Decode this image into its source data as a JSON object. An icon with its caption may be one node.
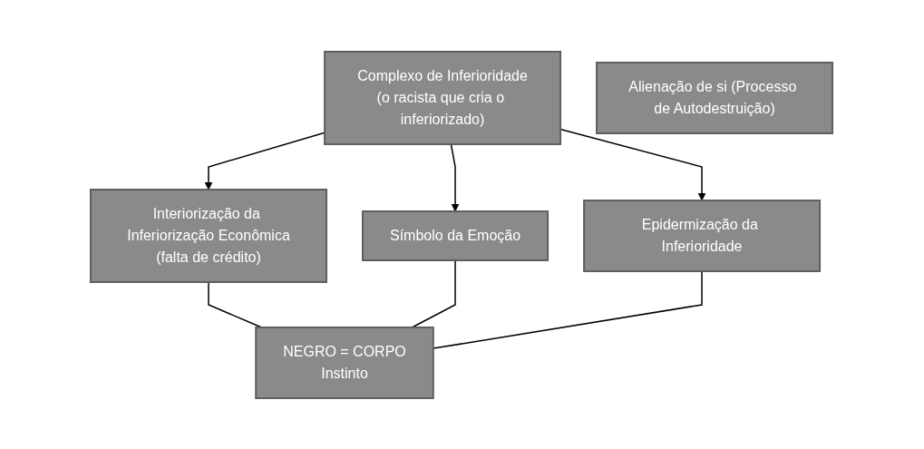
{
  "diagram": {
    "nodes": [
      {
        "text": [
          "Complexo de Inferioridade",
          "(o racista que cria o inferiorizado)"
        ]
      },
      {
        "text": [
          "Interiorização da Inferiorização Econômica",
          "(falta de crédito)"
        ]
      },
      {
        "text": [
          "Símbolo da Emoção"
        ]
      },
      {
        "text": [
          "Epidermização da Inferioridade"
        ]
      },
      {
        "text": [
          "NEGRO = CORPO",
          "Instinto"
        ]
      },
      {
        "text": [
          "Alienação de si (Processo de Autodestruição)"
        ]
      }
    ],
    "edges": [
      {
        "from": 0,
        "to": 1,
        "arrow": "to"
      },
      {
        "from": 0,
        "to": 2,
        "arrow": "to"
      },
      {
        "from": 0,
        "to": 3,
        "arrow": "to"
      },
      {
        "from": 1,
        "to": 4,
        "arrow": "none"
      },
      {
        "from": 2,
        "to": 4,
        "arrow": "none"
      },
      {
        "from": 3,
        "to": 4,
        "arrow": "none"
      }
    ]
  }
}
